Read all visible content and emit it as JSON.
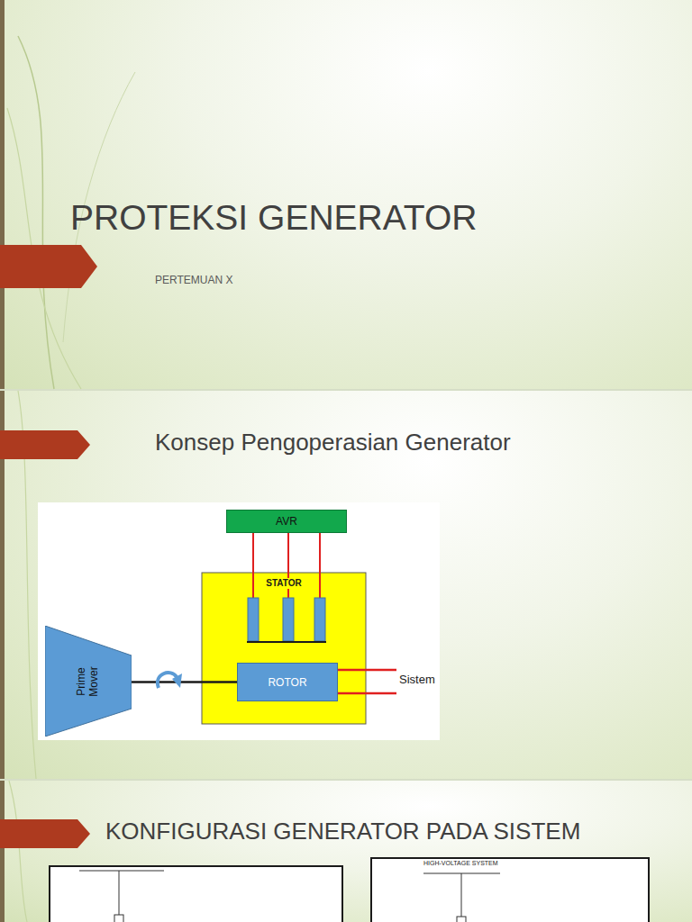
{
  "diagram": {
    "title": "PROTEKSI GENERATOR",
    "nodes": [
      {
        "text": [
          "AVR"
        ]
      },
      {
        "text": [
          "STATOR"
        ]
      },
      {
        "text": [
          "ROTOR"
        ],
        "in": 1
      },
      {
        "text": [
          "Prime Mover"
        ]
      }
    ],
    "edges": [
      {
        "from": 0,
        "to": 1,
        "arrow": "none"
      },
      {
        "from": 3,
        "to": 2,
        "arrow": "none"
      }
    ],
    "labels": [
      "PERTEMUAN X",
      "Konsep Pengoperasian Generator",
      "Sistem",
      "KONFIGURASI GENERATOR PADA SISTEM",
      "HIGH-VOLTAGE SYSTEM"
    ]
  }
}
